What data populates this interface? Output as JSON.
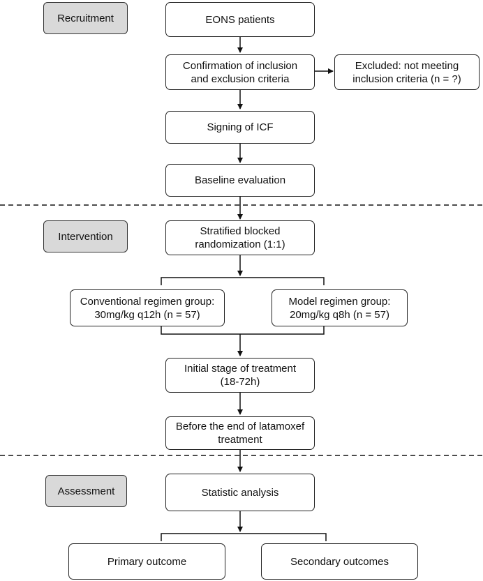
{
  "stages": {
    "recruitment": "Recruitment",
    "intervention": "Intervention",
    "assessment": "Assessment"
  },
  "boxes": {
    "eons_patients": "EONS patients",
    "confirmation": [
      "Confirmation of inclusion",
      "and exclusion criteria"
    ],
    "excluded": [
      "Excluded: not meeting",
      "inclusion criteria (n = ?)"
    ],
    "signing_icf": "Signing of ICF",
    "baseline": "Baseline evaluation",
    "randomization": [
      "Stratified blocked",
      "randomization (1:1)"
    ],
    "conventional_group": [
      "Conventional regimen group:",
      "30mg/kg q12h (n = 57)"
    ],
    "model_group": [
      "Model regimen group:",
      "20mg/kg q8h (n = 57)"
    ],
    "initial_stage": [
      "Initial stage of treatment",
      "(18-72h)"
    ],
    "before_end": [
      "Before the end of latamoxef",
      "treatment"
    ],
    "statistic_analysis": "Statistic analysis",
    "primary_outcome": "Primary outcome",
    "secondary_outcomes": "Secondary outcomes"
  }
}
